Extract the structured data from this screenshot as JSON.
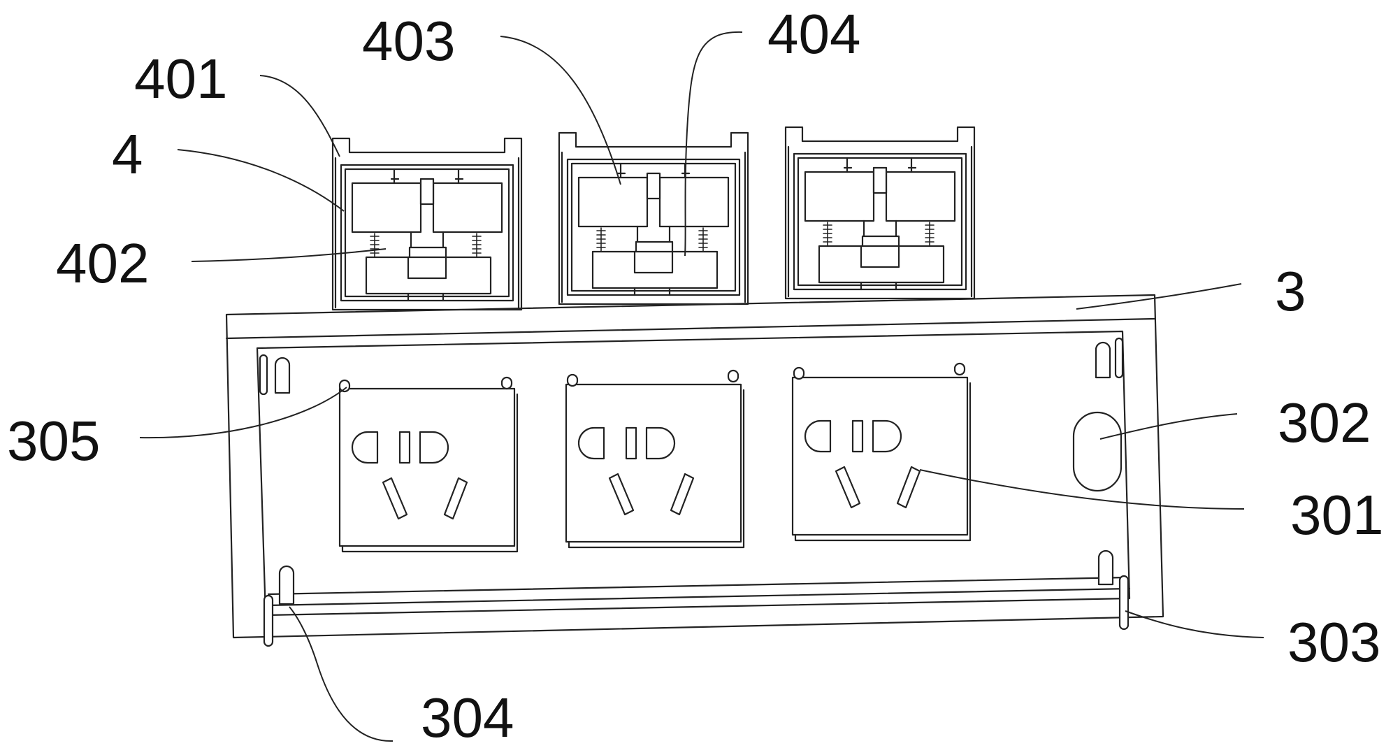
{
  "labels": {
    "l401": "401",
    "l4": "4",
    "l402": "402",
    "l403": "403",
    "l404": "404",
    "l3": "3",
    "l305": "305",
    "l302": "302",
    "l301": "301",
    "l303": "303",
    "l304": "304"
  }
}
